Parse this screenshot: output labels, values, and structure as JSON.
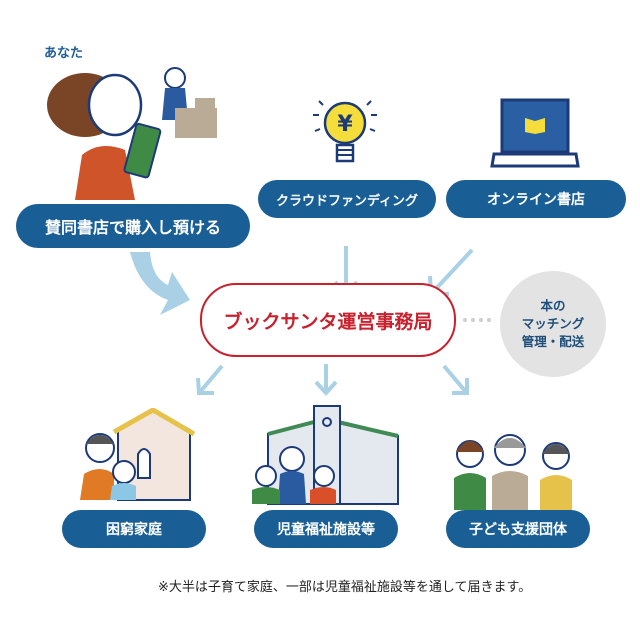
{
  "you_label": "あなた",
  "sources": {
    "bookstore": "賛同書店で購入し預ける",
    "crowdfunding": "クラウドファンディング",
    "online_store": "オンライン書店"
  },
  "hub": "ブックサンタ運営事務局",
  "role": {
    "line1": "本の",
    "line2": "マッチング",
    "line3": "管理・配送"
  },
  "recipients": [
    "困窮家庭",
    "児童福祉施設等",
    "子ども支援団体"
  ],
  "footnote": "※大半は子育て家庭、一部は児童福祉施設等を通して届きます。",
  "colors": {
    "pill": "#195f96",
    "hub": "#c8202c",
    "arrow": "#a9d0e4",
    "circle": "#e3e3e3"
  }
}
